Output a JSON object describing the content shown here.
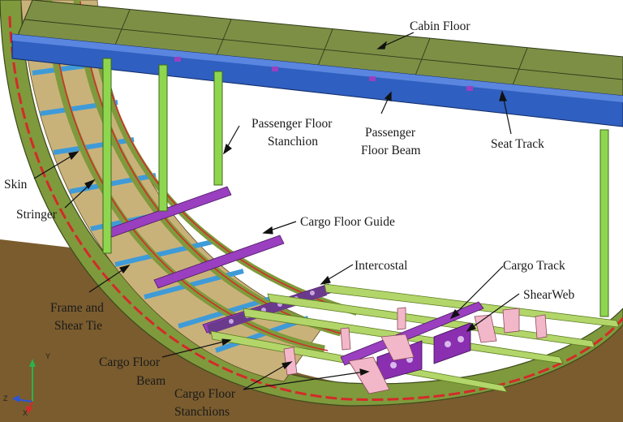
{
  "labels": {
    "cabin_floor": "Cabin Floor",
    "passenger_floor_stanchion": [
      "Passenger Floor",
      "Stanchion"
    ],
    "passenger_floor_beam": [
      "Passenger",
      "Floor Beam"
    ],
    "seat_track": "Seat Track",
    "skin": "Skin",
    "stringer": "Stringer",
    "cargo_floor_guide": "Cargo Floor Guide",
    "intercostal": "Intercostal",
    "cargo_track": "Cargo Track",
    "shear_web": "ShearWeb",
    "frame_and_shear_tie": [
      "Frame and",
      "Shear Tie"
    ],
    "cargo_floor_beam": [
      "Cargo Floor",
      "Beam"
    ],
    "cargo_floor_stanchions": [
      "Cargo Floor",
      "Stanchions"
    ]
  },
  "axes": {
    "y": "Y",
    "z": "Z",
    "x": "X"
  },
  "colors": {
    "ground": "#7a5c2e",
    "frame": "#7f9a3c",
    "frame_edge": "#3d4a1d",
    "skin": "#c9b27a",
    "stringer": "#3f9bd8",
    "red_line": "#d42a2a",
    "cabin_floor": "#7d8f45",
    "floor_beam": "#2f5fc0",
    "stanchion": "#8fd64f",
    "purple": "#9a3fc0",
    "pink": "#f2b8c9",
    "cargo_beam": "#b3d66a"
  }
}
